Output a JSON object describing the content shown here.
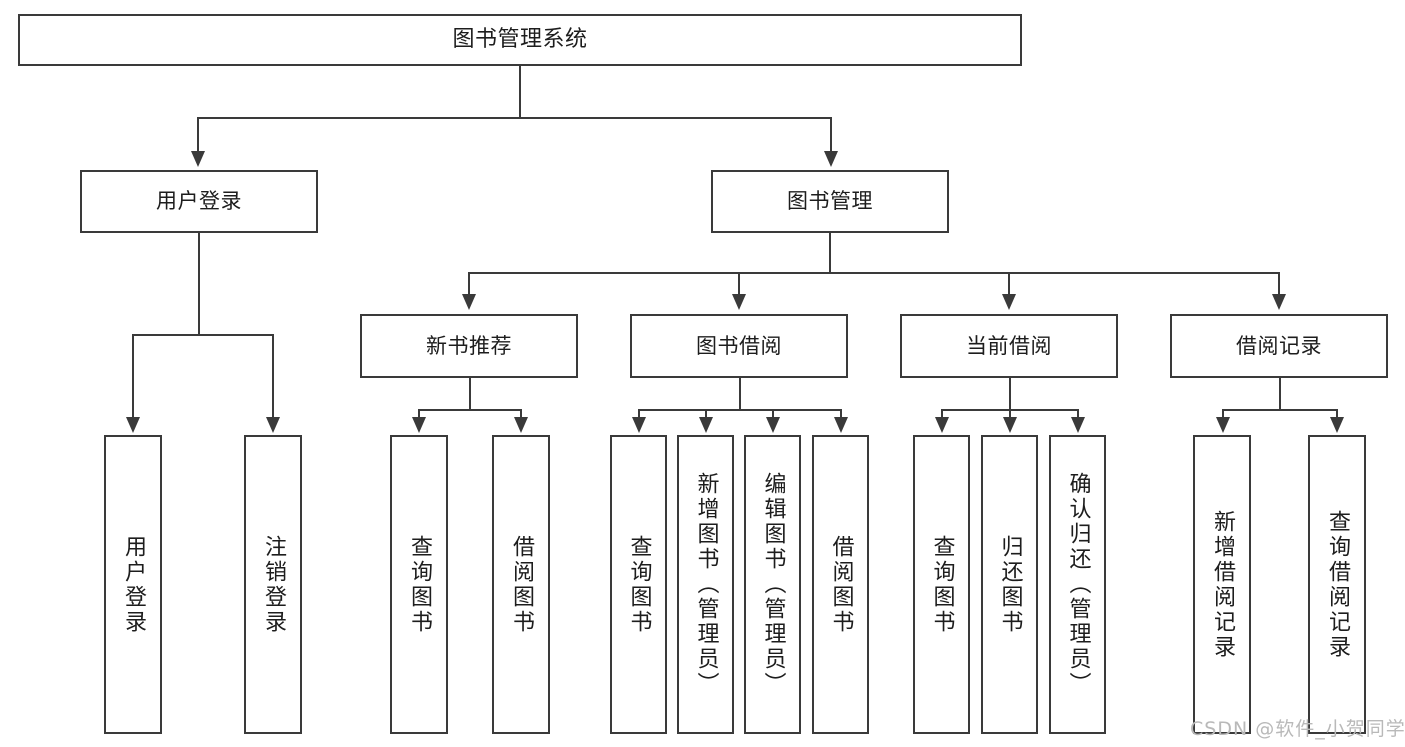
{
  "diagram": {
    "title": "图书管理系统",
    "type": "hierarchy-tree",
    "root": {
      "label": "图书管理系统"
    },
    "level2": [
      {
        "label": "用户登录"
      },
      {
        "label": "图书管理"
      }
    ],
    "level3": [
      {
        "label": "新书推荐"
      },
      {
        "label": "图书借阅"
      },
      {
        "label": "当前借阅"
      },
      {
        "label": "借阅记录"
      }
    ],
    "leaves": {
      "user_login": [
        {
          "label": "用户登录"
        },
        {
          "label": "注销登录"
        }
      ],
      "new_book_recommend": [
        {
          "label": "查询图书"
        },
        {
          "label": "借阅图书"
        }
      ],
      "book_borrow": [
        {
          "label": "查询图书"
        },
        {
          "label": "新增图书（管理员）"
        },
        {
          "label": "编辑图书（管理员）"
        },
        {
          "label": "借阅图书"
        }
      ],
      "current_borrow": [
        {
          "label": "查询图书"
        },
        {
          "label": "归还图书"
        },
        {
          "label": "确认归还（管理员）"
        }
      ],
      "borrow_record": [
        {
          "label": "新增借阅记录"
        },
        {
          "label": "查询借阅记录"
        }
      ]
    }
  },
  "watermark": {
    "text": "CSDN @软件_小贺同学"
  },
  "colors": {
    "stroke": "#3a3a3a",
    "fill": "#ffffff",
    "text": "#1d1d1d",
    "watermark": "#b9b9b9"
  }
}
